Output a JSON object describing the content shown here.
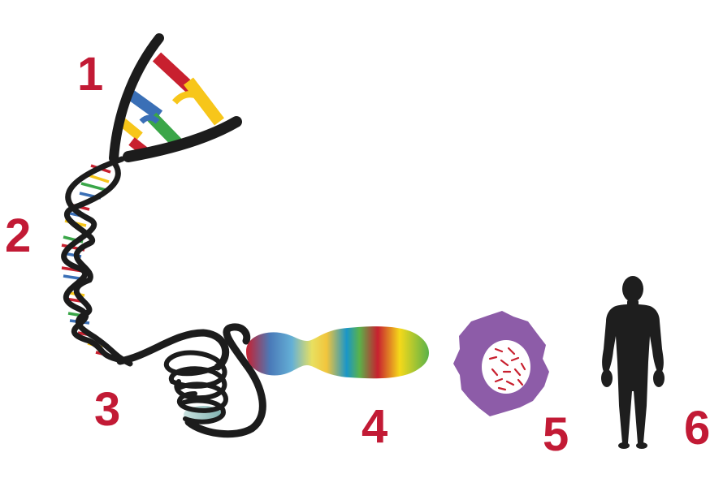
{
  "labels": {
    "step1": "1",
    "step2": "2",
    "step3": "3",
    "step4": "4",
    "step5": "5",
    "step6": "6"
  },
  "colors": {
    "label": "#c21a35",
    "strand": "#1c1c1c",
    "base_red": "#c8202f",
    "base_blue": "#3a6fb6",
    "base_green": "#3aa648",
    "base_yellow": "#f7c61a",
    "histone": "#9ec8c6",
    "cell": "#8d5ca8",
    "silhouette": "#1e1e1e"
  },
  "icons": {
    "dna": "dna-double-helix",
    "chromatin": "chromatin-coil",
    "chromosome": "chromosome",
    "cell": "cell-with-nucleus",
    "human": "human-silhouette"
  }
}
